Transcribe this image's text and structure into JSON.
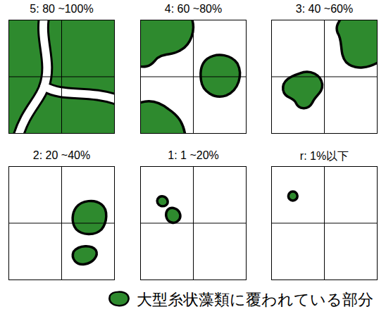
{
  "diagram": {
    "nodes": [
      {
        "text": [
          "5: 80 ~100%"
        ]
      },
      {
        "text": [
          "4: 60 ~80%"
        ]
      },
      {
        "text": [
          "3: 40 ~60%"
        ]
      },
      {
        "text": [
          "2: 20 ~40%"
        ]
      },
      {
        "text": [
          "1: 1 ~20%"
        ]
      },
      {
        "text": [
          "r: 1%以下"
        ]
      }
    ],
    "legend": [
      {
        "text": "大型糸状藻類に覆われている部分"
      }
    ]
  }
}
